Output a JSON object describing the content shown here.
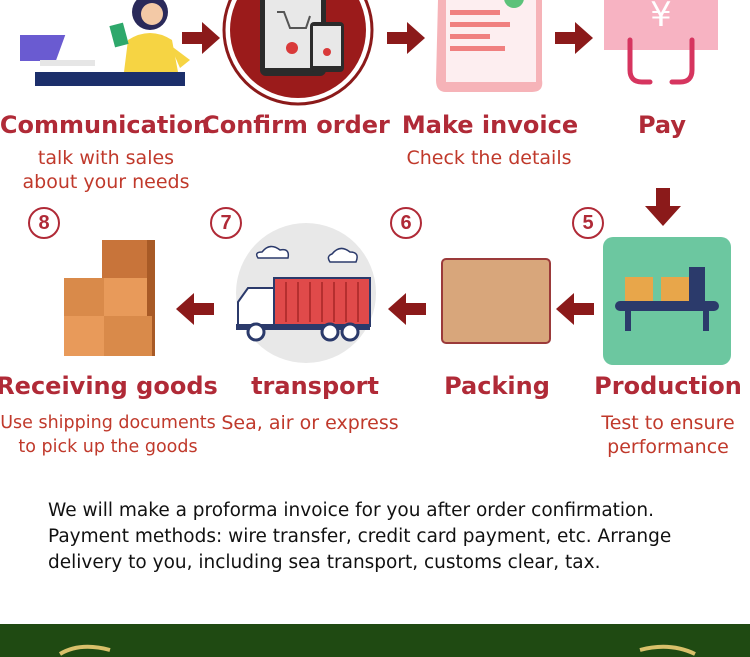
{
  "steps": [
    {
      "title": "Communication",
      "lines": [
        "talk with sales",
        "about your needs"
      ]
    },
    {
      "title": "Confirm order",
      "lines": []
    },
    {
      "title": "Make invoice",
      "lines": [
        "Check the details"
      ]
    },
    {
      "title": "Pay",
      "lines": []
    },
    {
      "title": "Production",
      "number": "5",
      "lines": [
        "Test to ensure",
        "performance"
      ]
    },
    {
      "title": "Packing",
      "number": "6",
      "lines": []
    },
    {
      "title": "transport",
      "number": "7",
      "lines": [
        "Sea, air or express"
      ]
    },
    {
      "title": "Receiving goods",
      "number": "8",
      "lines": [
        "Use shipping documents",
        "to pick up the goods"
      ]
    }
  ],
  "note": {
    "line1": "We will make a proforma invoice for you after order confirmation.",
    "line2": "Payment methods: wire transfer, credit card payment, etc. Arrange delivery to you, including sea transport, customs clear, tax."
  },
  "colors": {
    "accent": "#b02a37",
    "footer": "#1f4a12"
  }
}
